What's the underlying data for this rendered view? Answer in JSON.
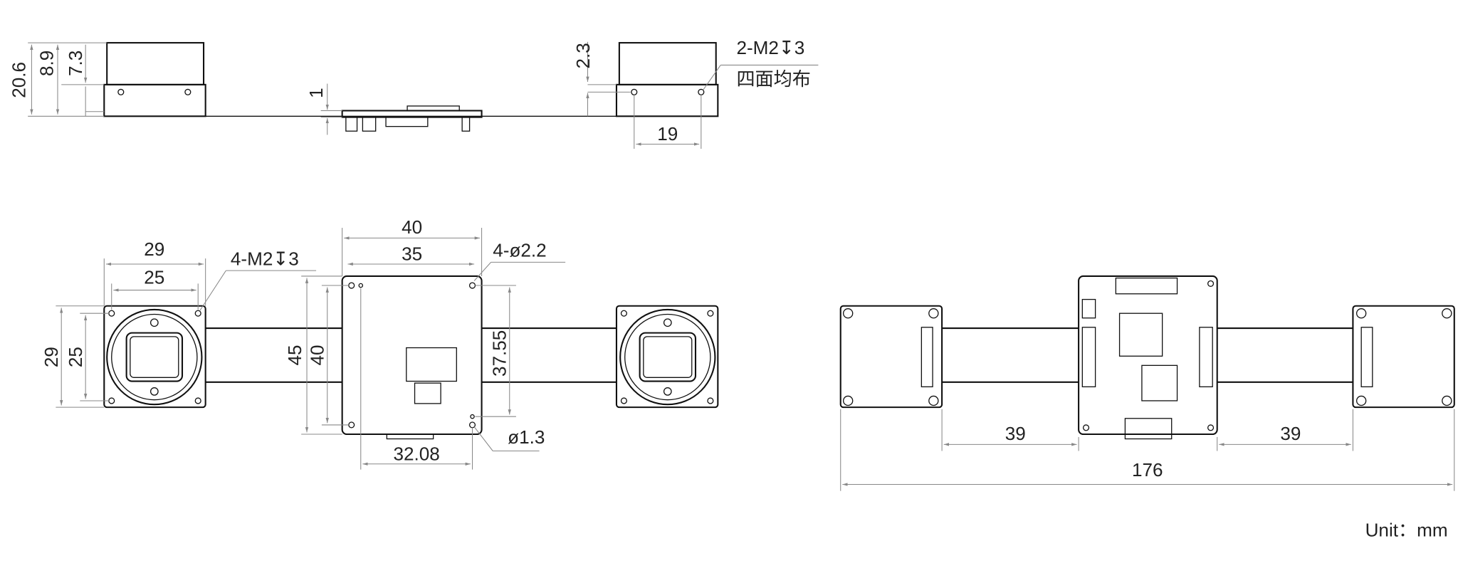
{
  "side_view": {
    "dims": {
      "h_total": "20.6",
      "h_camera": "8.9",
      "h_lens": "7.3",
      "pcb_thick": "1",
      "hole_offset": "2.3",
      "hole_spacing": "19"
    },
    "hole_note": "2-M2↧3",
    "hole_note2": "四面均布"
  },
  "top_view": {
    "camera_w_outer": "29",
    "camera_w_inner": "25",
    "camera_h_outer": "29",
    "camera_h_inner": "25",
    "camera_holes": "4-M2↧3",
    "board_w": "40",
    "board_hole_w": "35",
    "board_holes": "4-ø2.2",
    "board_h": "45",
    "board_hole_h": "40",
    "side_hole_h": "37.55",
    "small_hole": "ø1.3",
    "connector_w": "32.08"
  },
  "bottom_view": {
    "cable_left": "39",
    "cable_right": "39",
    "total": "176"
  },
  "unit": "Unit：mm"
}
